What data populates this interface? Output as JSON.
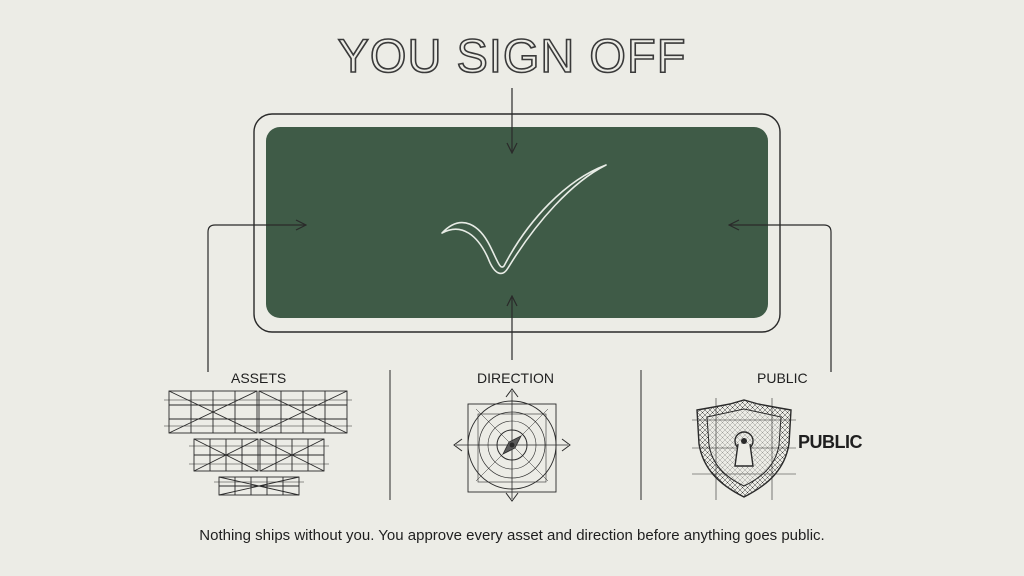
{
  "title": "YOU SIGN OFF",
  "columns": {
    "assets": "ASSETS",
    "direction": "DIRECTION",
    "public": "PUBLIC"
  },
  "public_badge": "PUBLIC",
  "caption": "Nothing ships without you. You approve every asset and direction before anything goes public.",
  "colors": {
    "approval_panel": "#3f5b47",
    "background": "#ecece6",
    "line": "#2a2a2a"
  },
  "icons": {
    "approval": "checkmark-icon",
    "assets": "asset-grid-icon",
    "direction": "compass-icon",
    "public": "shield-lock-icon"
  }
}
